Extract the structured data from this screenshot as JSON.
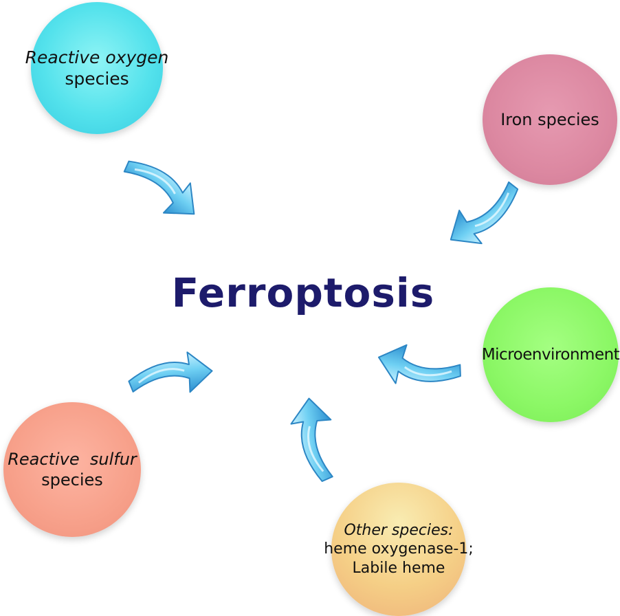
{
  "title": "Ferroptosis",
  "nodes": {
    "reactive_oxygen": {
      "line1": "Reactive oxygen",
      "line2": "species"
    },
    "iron": {
      "line1": "Iron species"
    },
    "microenvironment": {
      "line1": "Microenvironment"
    },
    "reactive_sulfur": {
      "line1": "Reactive  sulfur",
      "line2": "species"
    },
    "other": {
      "line1": "Other species:",
      "line2": "heme oxygenase-1;",
      "line3": "Labile heme"
    }
  },
  "colors": {
    "title": "#1d1b6b",
    "arrow": "#5fc8ef",
    "arrow_dark": "#2f8fcf",
    "reactive_oxygen": "#54e2ec",
    "iron": "#dc88a1",
    "microenvironment": "#8bf765",
    "reactive_sulfur": "#f7a08a",
    "other": "#f5cf86"
  }
}
